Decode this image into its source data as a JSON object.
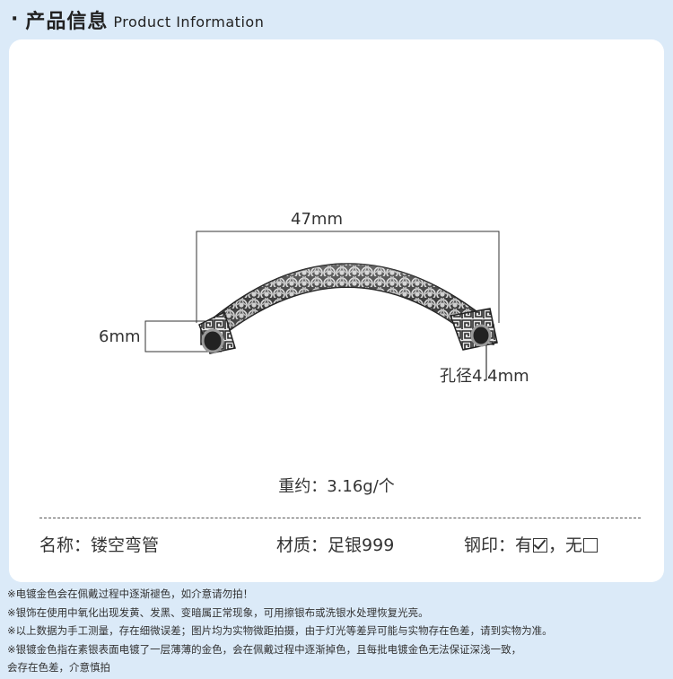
{
  "header": {
    "bullet": "·",
    "title_cn": "产品信息",
    "title_en": "Product Information"
  },
  "product": {
    "length_label": "47mm",
    "diameter_label": "6mm",
    "hole_label": "孔径4.4mm",
    "weight_label": "重约：3.16g/个"
  },
  "info": {
    "name_label": "名称：",
    "name_value": "镂空弯管",
    "material_label": "材质：",
    "material_value": "足银999",
    "stamp_label": "钢印：",
    "stamp_yes": "有",
    "stamp_separator": "，",
    "stamp_no": "无"
  },
  "notes": [
    "※电镀金色会在佩戴过程中逐渐褪色，如介意请勿拍！",
    "※银饰在使用中氧化出现发黄、发黑、变暗属正常现象，可用擦银布或洗银水处理恢复光亮。",
    "※以上数据为手工测量，存在细微误差；图片均为实物微距拍摄，由于灯光等差异可能与实物存在色差，请到实物为准。",
    "※银镀金色指在素银表面电镀了一层薄薄的金色，会在佩戴过程中逐渐掉色，且每批电镀金色无法保证深浅一致，",
    "会存在色差，介意慎拍"
  ],
  "colors": {
    "background": "#dbeaf8",
    "card": "#ffffff",
    "text": "#333333"
  }
}
